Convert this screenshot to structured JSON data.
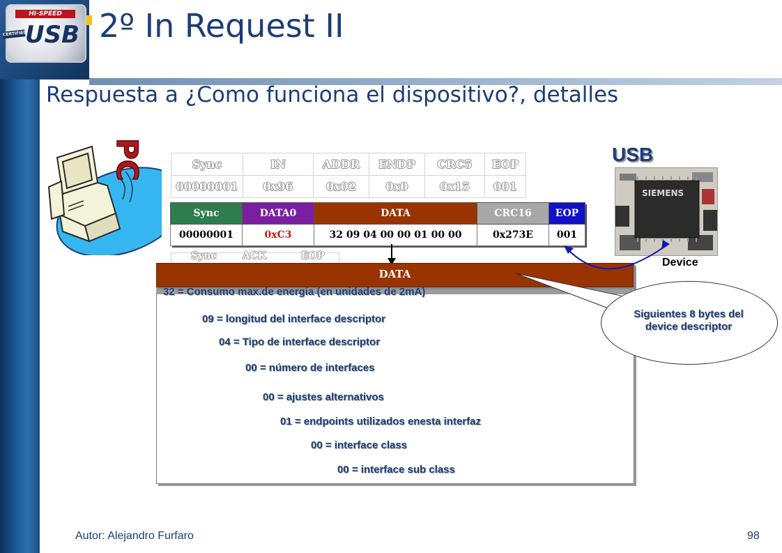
{
  "title": "2º In Request II",
  "subtitle": "Respuesta a ¿Como funciona el dispositivo?, detalles",
  "logo": {
    "top_text": "HI-SPEED",
    "side_text": "CERTIFIED",
    "main_text": "USB"
  },
  "pc_label": "PC",
  "usb_label": "USB",
  "device_label": "Device",
  "chip_text": "SIEMENS",
  "in_packet": {
    "headers": [
      "Sync",
      "IN",
      "ADDR",
      "ENDP",
      "CRC5",
      "EOP"
    ],
    "values": [
      "00000001",
      "0x96",
      "0x02",
      "0x0",
      "0x15",
      "001"
    ]
  },
  "data_packet": {
    "headers": [
      "Sync",
      "DATA0",
      "DATA",
      "CRC16",
      "EOP"
    ],
    "values": [
      "00000001",
      "0xC3",
      "32 09 04 00 00 01 00 00",
      "0x273E",
      "001"
    ],
    "header_colors": [
      "#2e7d4f",
      "#7b1fa2",
      "#993300",
      "#a8a8a8",
      "#1010c8"
    ]
  },
  "ack_packet": {
    "headers": [
      "Sync",
      "ACK",
      "EOP"
    ]
  },
  "detail": {
    "header": "DATA",
    "fields": [
      "32 = Consumo max.de energía (en unidades de 2mA)",
      "09 = longitud del interface descriptor",
      "04 = Tipo de interface descriptor",
      "00 = número de interfaces",
      "00 = ajustes alternativos",
      "01 = endpoints utilizados enesta interfaz",
      "00 = interface class",
      "00 = interface sub class"
    ]
  },
  "callout": {
    "line1": "Siguientes 8 bytes del",
    "line2": "device descriptor"
  },
  "footer": {
    "author": "Autor: Alejandro Furfaro",
    "page": "98"
  }
}
